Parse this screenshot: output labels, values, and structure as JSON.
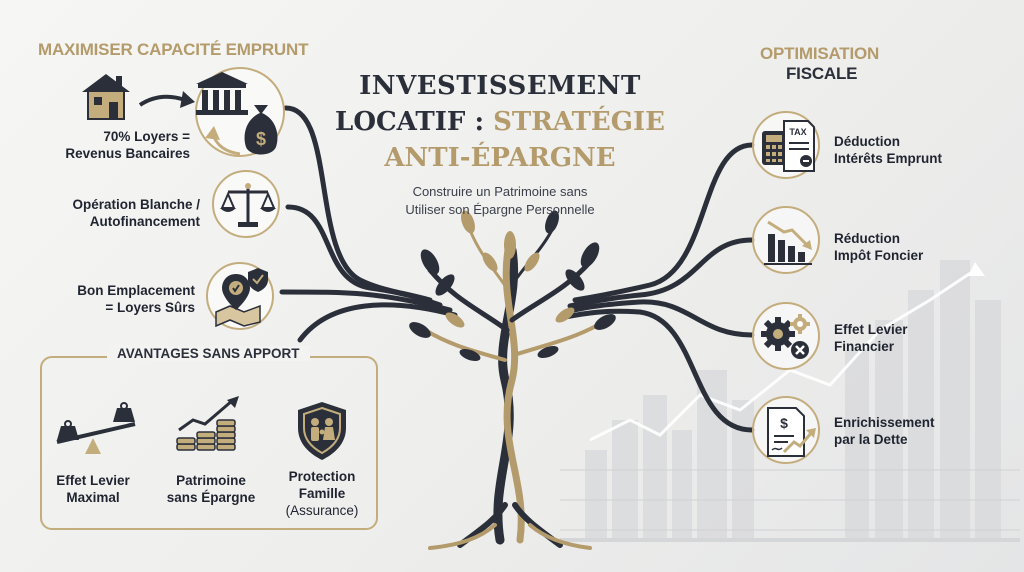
{
  "header": {
    "title_line1": "INVESTISSEMENT",
    "title_line2_a": "LOCATIF : ",
    "title_line2_b": "STRATÉGIE",
    "title_line3": "ANTI-ÉPARGNE",
    "subtitle_line1": "Construire un Patrimoine sans",
    "subtitle_line2": "Utiliser son Épargne Personnelle"
  },
  "left_section": {
    "title": "MAXIMISER CAPACITÉ EMPRUNT",
    "items": [
      {
        "line1": "70% Loyers =",
        "line2": "Revenus Bancaires"
      },
      {
        "line1": "Opération Blanche /",
        "line2": "Autofinancement"
      },
      {
        "line1": "Bon Emplacement",
        "line2": "= Loyers Sûrs"
      }
    ]
  },
  "advantages": {
    "title": "AVANTAGES SANS APPORT",
    "items": [
      {
        "line1": "Effet Levier",
        "line2": "Maximal",
        "line3": ""
      },
      {
        "line1": "Patrimoine",
        "line2": "sans Épargne",
        "line3": ""
      },
      {
        "line1": "Protection",
        "line2": "Famille",
        "line3": "(Assurance)"
      }
    ]
  },
  "right_section": {
    "title_line1": "OPTIMISATION",
    "title_line2": "FISCALE",
    "items": [
      {
        "line1": "Déduction",
        "line2": "Intérêts Emprunt"
      },
      {
        "line1": "Réduction",
        "line2": "Impôt Foncier"
      },
      {
        "line1": "Effet Levier",
        "line2": "Financier"
      },
      {
        "line1": "Enrichissement",
        "line2": "par la Dette"
      }
    ]
  },
  "icon_text": {
    "tax": "TAX",
    "dollar": "$"
  },
  "colors": {
    "gold": "#b49b6b",
    "navy": "#2a2f3a",
    "background": "#f2f2f0"
  }
}
